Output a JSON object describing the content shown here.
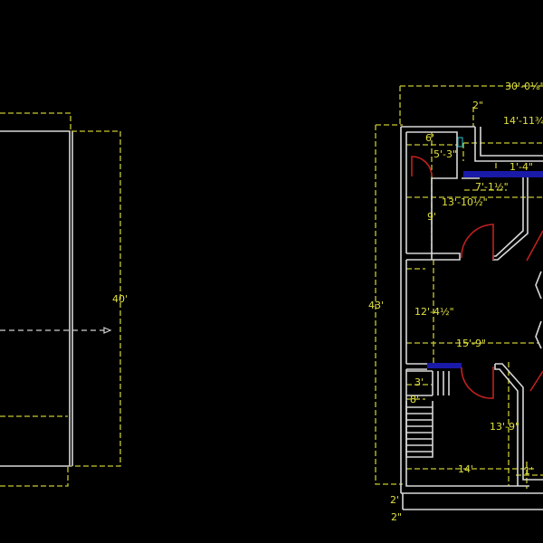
{
  "drawing": {
    "background": "#000000",
    "colors": {
      "walls": "#d8d8d8",
      "dimensions": "#c8c832",
      "doors": "#c02020",
      "windows": "#1a1aa8"
    },
    "left_view": {
      "dimension_height": "40'"
    },
    "plan": {
      "dims": {
        "overall_width": "30'-0⅛\"",
        "top_offset": "2\"",
        "front_width": "14'-11¾\"",
        "bath_width": "6'",
        "bath_depth": "5'-3\"",
        "window_gap": "1'-4\"",
        "passage": "7'-1½\"",
        "room1_width": "13'-10½\"",
        "room1_depth": "9'",
        "overall_depth": "43'",
        "room2_depth": "12'-4½\"",
        "room2_width": "15'-9\"",
        "stair_width": "3'",
        "stair_length": "8'",
        "room3_depth": "13'-9\"",
        "room3_width": "14'",
        "side_offset": "1'",
        "base_1": "2'",
        "base_2": "2\""
      }
    }
  }
}
